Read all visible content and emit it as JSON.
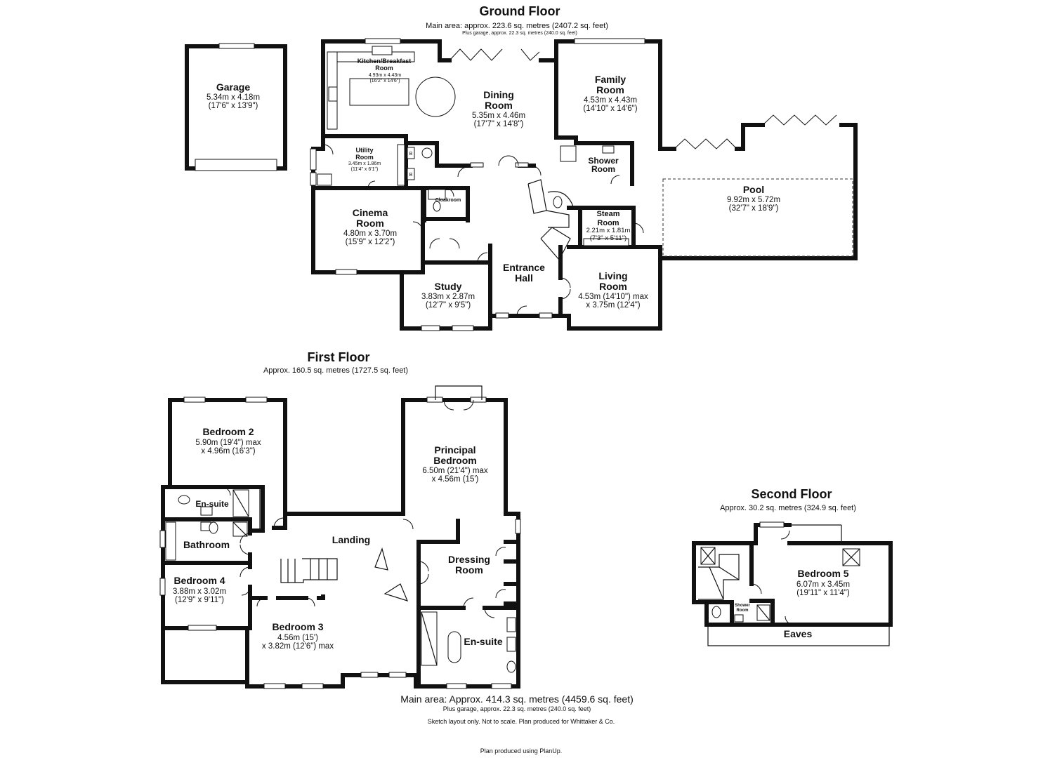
{
  "ground_floor": {
    "title": "Ground Floor",
    "area": "Main area: approx. 223.6 sq. metres (2407.2 sq. feet)",
    "garage_note": "Plus garage, approx. 22.3 sq. metres (240.0 sq. feet)",
    "rooms": {
      "garage": {
        "name": "Garage",
        "dim1": "5.34m x 4.18m",
        "dim2": "(17'6\" x 13'9\")"
      },
      "kitchen": {
        "name1": "Kitchen/Breakfast",
        "name2": "Room",
        "dim1": "4.93m x 4.43m",
        "dim2": "(16'2\" x 14'6\")"
      },
      "dining": {
        "name1": "Dining",
        "name2": "Room",
        "dim1": "5.35m x 4.46m",
        "dim2": "(17'7\" x 14'8\")"
      },
      "family": {
        "name1": "Family",
        "name2": "Room",
        "dim1": "4.53m x 4.43m",
        "dim2": "(14'10\" x 14'6\")"
      },
      "utility": {
        "name1": "Utility",
        "name2": "Room",
        "dim1": "3.45m x 1.86m",
        "dim2": "(11'4\" x 6'1\")"
      },
      "shower": {
        "name1": "Shower",
        "name2": "Room"
      },
      "pool": {
        "name": "Pool",
        "dim1": "9.92m x 5.72m",
        "dim2": "(32'7\" x 18'9\")"
      },
      "cloakroom": {
        "name": "Cloakroom"
      },
      "cinema": {
        "name1": "Cinema",
        "name2": "Room",
        "dim1": "4.80m x 3.70m",
        "dim2": "(15'9\" x 12'2\")"
      },
      "steam": {
        "name1": "Steam",
        "name2": "Room",
        "dim1": "2.21m x 1.81m",
        "dim2": "(7'3\" x 5'11\")"
      },
      "entrance": {
        "name1": "Entrance",
        "name2": "Hall"
      },
      "living": {
        "name1": "Living",
        "name2": "Room",
        "dim1": "4.53m (14'10\") max",
        "dim2": "x 3.75m (12'4\")"
      },
      "study": {
        "name": "Study",
        "dim1": "3.83m x 2.87m",
        "dim2": "(12'7\" x 9'5\")"
      }
    },
    "boiler_label": "B"
  },
  "first_floor": {
    "title": "First Floor",
    "area": "Approx. 160.5 sq. metres (1727.5 sq. feet)",
    "rooms": {
      "bedroom2": {
        "name": "Bedroom 2",
        "dim1": "5.90m (19'4\") max",
        "dim2": "x 4.96m (16'3\")"
      },
      "ensuite1": {
        "name": "En-suite"
      },
      "bathroom": {
        "name": "Bathroom"
      },
      "bedroom4": {
        "name": "Bedroom 4",
        "dim1": "3.88m x 3.02m",
        "dim2": "(12'9\" x 9'11\")"
      },
      "landing": {
        "name": "Landing"
      },
      "bedroom3": {
        "name": "Bedroom 3",
        "dim1": "4.56m (15')",
        "dim2": "x 3.82m (12'6\") max"
      },
      "principal": {
        "name1": "Principal",
        "name2": "Bedroom",
        "dim1": "6.50m (21'4\") max",
        "dim2": "x 4.56m (15')"
      },
      "dressing": {
        "name1": "Dressing",
        "name2": "Room"
      },
      "ensuite2": {
        "name": "En-suite"
      }
    }
  },
  "second_floor": {
    "title": "Second Floor",
    "area": "Approx. 30.2 sq. metres (324.9 sq. feet)",
    "rooms": {
      "bedroom5": {
        "name": "Bedroom 5",
        "dim1": "6.07m x 3.45m",
        "dim2": "(19'11\" x 11'4\")"
      },
      "shower": {
        "name1": "Shower",
        "name2": "Room"
      },
      "eaves": {
        "name": "Eaves"
      }
    }
  },
  "footer": {
    "total": "Main area: Approx. 414.3 sq. metres (4459.6 sq. feet)",
    "garage_note": "Plus garage, approx. 22.3 sq. metres (240.0 sq. feet)",
    "disclaimer": "Sketch layout only. Not to scale. Plan produced for Whittaker & Co.",
    "credit": "Plan produced using PlanUp."
  }
}
